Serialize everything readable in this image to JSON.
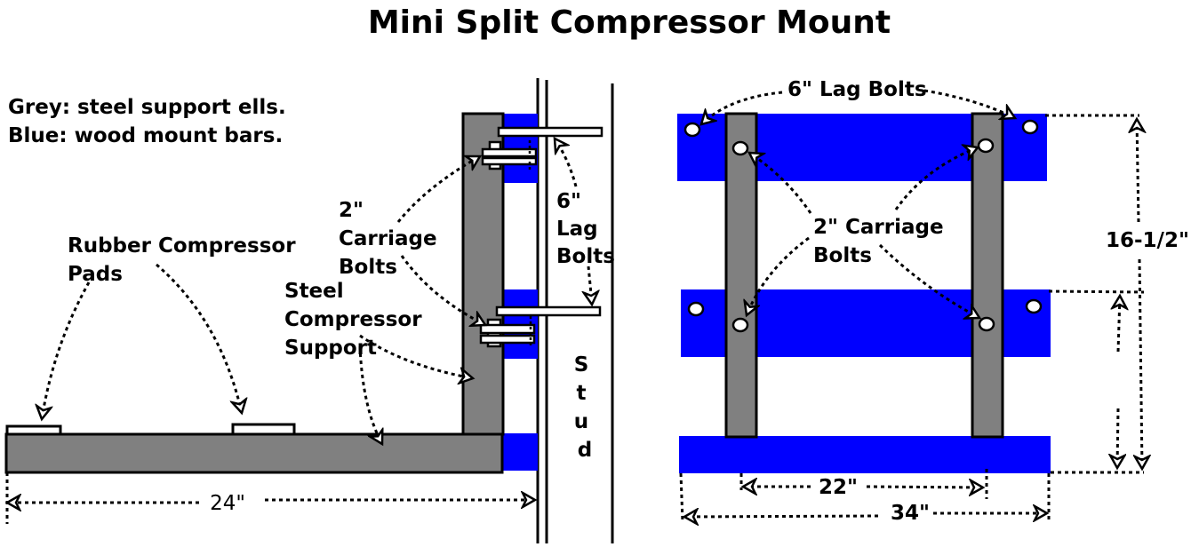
{
  "title": "Mini Split Compressor Mount",
  "legend": {
    "grey": "Grey: steel support ells.",
    "blue": "Blue: wood mount bars."
  },
  "labels": {
    "rubber_pads_1": "Rubber Compressor",
    "rubber_pads_2": "Pads",
    "carriage_left_1": "2\"",
    "carriage_left_2": "Carriage",
    "carriage_left_3": "Bolts",
    "steel_support_1": "Steel",
    "steel_support_2": "Compressor",
    "steel_support_3": "Support",
    "lag_side_1": "6\"",
    "lag_side_2": "Lag",
    "lag_side_3": "Bolts",
    "stud_s": "S",
    "stud_t": "t",
    "stud_u": "u",
    "stud_d": "d",
    "lag_top": "6\" Lag Bolts",
    "carriage_right_1": "2\" Carriage",
    "carriage_right_2": "Bolts"
  },
  "dimensions": {
    "side_width": "24\"",
    "bracket_spacing": "22\"",
    "bar_length": "34\"",
    "height": "16-1/2\""
  },
  "colors": {
    "steel": "#808080",
    "wood": "#0000ff",
    "line": "#000000"
  }
}
